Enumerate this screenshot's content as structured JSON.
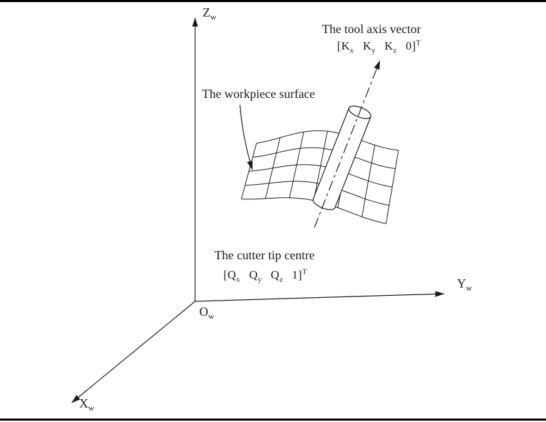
{
  "colors": {
    "ink": "#1a1a1a",
    "paper": "#ffffff"
  },
  "axes": {
    "z": {
      "base": "Z",
      "sub": "w"
    },
    "y": {
      "base": "Y",
      "sub": "w"
    },
    "x": {
      "base": "X",
      "sub": "w"
    },
    "origin": {
      "base": "O",
      "sub": "w"
    }
  },
  "annotations": {
    "tool_axis": {
      "title": "The tool axis vector",
      "vector": {
        "open": "[",
        "t1b": "K",
        "t1s": "x",
        "t2b": "K",
        "t2s": "y",
        "t3b": "K",
        "t3s": "z",
        "t4b": "0",
        "close": "]",
        "sup": "T"
      }
    },
    "workpiece_surface": {
      "title": "The workpiece surface"
    },
    "cutter_tip": {
      "title": "The cutter tip centre",
      "vector": {
        "open": "[",
        "t1b": "Q",
        "t1s": "x",
        "t2b": "Q",
        "t2s": "y",
        "t3b": "Q",
        "t3s": "z",
        "t4b": "1",
        "close": "]",
        "sup": "T"
      }
    }
  }
}
